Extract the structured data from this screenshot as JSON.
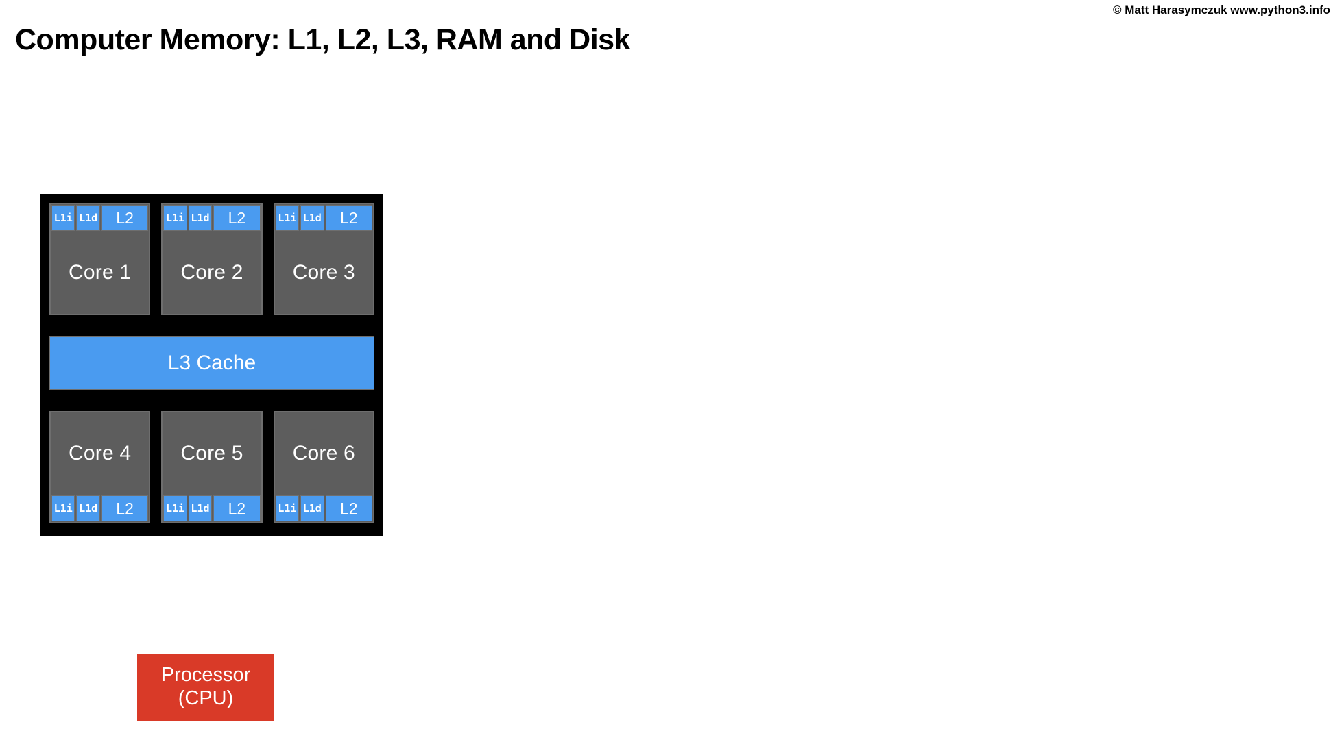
{
  "page": {
    "title": "Computer Memory: L1, L2, L3, RAM and Disk",
    "copyright": "© Matt Harasymczuk www.python3.info",
    "background": "#ffffff"
  },
  "colors": {
    "chip_body": "#000000",
    "core_fill": "#5d5d5d",
    "core_border": "#6e6e6e",
    "cache_fill": "#4a9bf0",
    "processor_fill": "#d93a28",
    "text_on_dark": "#ffffff",
    "text_on_light": "#000000"
  },
  "diagram": {
    "name": "cpu-package",
    "cache_labels": {
      "l1i": "L1i",
      "l1d": "L1d",
      "l2": "L2"
    },
    "rows": [
      {
        "name": "top-core-row",
        "cache_position": "top",
        "cores": [
          {
            "label": "Core 1",
            "caches": [
              "L1i",
              "L1d",
              "L2"
            ]
          },
          {
            "label": "Core 2",
            "caches": [
              "L1i",
              "L1d",
              "L2"
            ]
          },
          {
            "label": "Core 3",
            "caches": [
              "L1i",
              "L1d",
              "L2"
            ]
          }
        ]
      },
      {
        "name": "bottom-core-row",
        "cache_position": "bottom",
        "cores": [
          {
            "label": "Core 4",
            "caches": [
              "L1i",
              "L1d",
              "L2"
            ]
          },
          {
            "label": "Core 5",
            "caches": [
              "L1i",
              "L1d",
              "L2"
            ]
          },
          {
            "label": "Core 6",
            "caches": [
              "L1i",
              "L1d",
              "L2"
            ]
          }
        ]
      }
    ],
    "shared_cache": {
      "label": "L3 Cache"
    }
  },
  "processor": {
    "line1": "Processor",
    "line2": "(CPU)"
  }
}
